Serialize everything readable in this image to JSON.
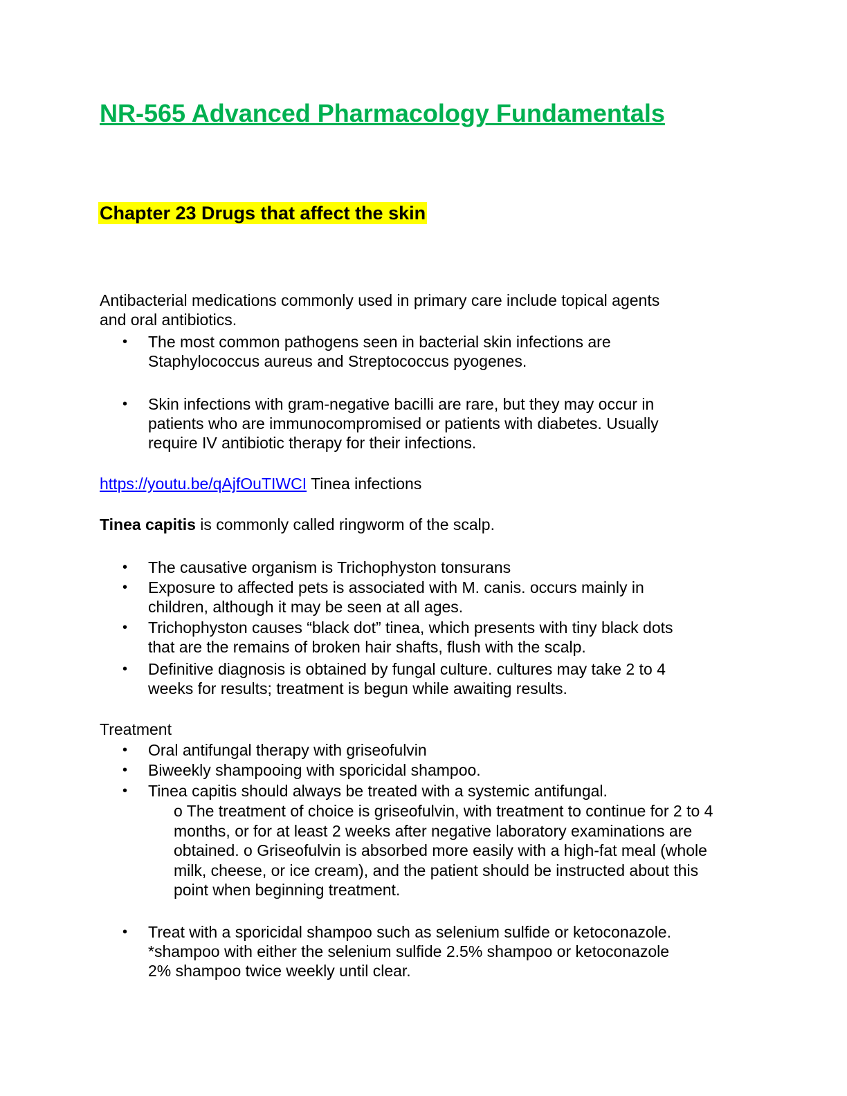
{
  "title": "NR-565 Advanced Pharmacology Fundamentals",
  "chapter": "Chapter 23 Drugs that affect the skin",
  "intro": [
    "Antibacterial medications commonly used in primary care include topical agents",
    "and oral antibiotics."
  ],
  "bullet_char": "•",
  "intro_bullets": [
    [
      "The most common pathogens seen in bacterial skin infections are",
      "Staphylococcus aureus and Streptococcus pyogenes."
    ],
    [
      "Skin infections with gram-negative bacilli are rare, but they may occur in",
      "patients who are immunocompromised or patients with diabetes. Usually",
      "require IV antibiotic therapy for their infections."
    ]
  ],
  "video": {
    "url": "https://youtu.be/qAjfOuTIWCI",
    "label": " Tinea infections"
  },
  "tinea": {
    "bold": "Tinea capitis",
    "rest": " is commonly called ringworm of the scalp."
  },
  "tinea_bullets": [
    [
      "The causative organism is Trichophyston tonsurans"
    ],
    [
      "Exposure to affected pets is associated with M. canis. occurs mainly in",
      "children, although it may be seen at all ages."
    ],
    [
      "Trichophyston causes “black dot” tinea, which presents with tiny black dots",
      "that are the remains of broken hair shafts, flush with the scalp."
    ],
    [
      "Definitive diagnosis is obtained by fungal culture. cultures may take 2 to 4",
      "weeks for results; treatment is begun while awaiting results."
    ]
  ],
  "treatment_heading": "Treatment",
  "treatment_bullets": [
    [
      "Oral antifungal therapy with griseofulvin"
    ],
    [
      "Biweekly shampooing with sporicidal shampoo."
    ],
    [
      "Tinea capitis should always be treated with a systemic antifungal."
    ]
  ],
  "sub_items": [
    "o The treatment of choice is griseofulvin, with treatment to continue for 2 to 4",
    "months, or for at least 2 weeks after negative laboratory examinations are",
    "obtained.  o Griseofulvin is absorbed more easily with a high-fat meal (whole",
    "milk, cheese, or ice cream), and the patient should be instructed about this",
    "point when beginning treatment."
  ],
  "last_bullet": [
    "Treat with a sporicidal shampoo such as selenium sulfide or ketoconazole.",
    "*shampoo with either the selenium sulfide 2.5% shampoo or ketoconazole",
    "2% shampoo twice weekly until clear."
  ]
}
